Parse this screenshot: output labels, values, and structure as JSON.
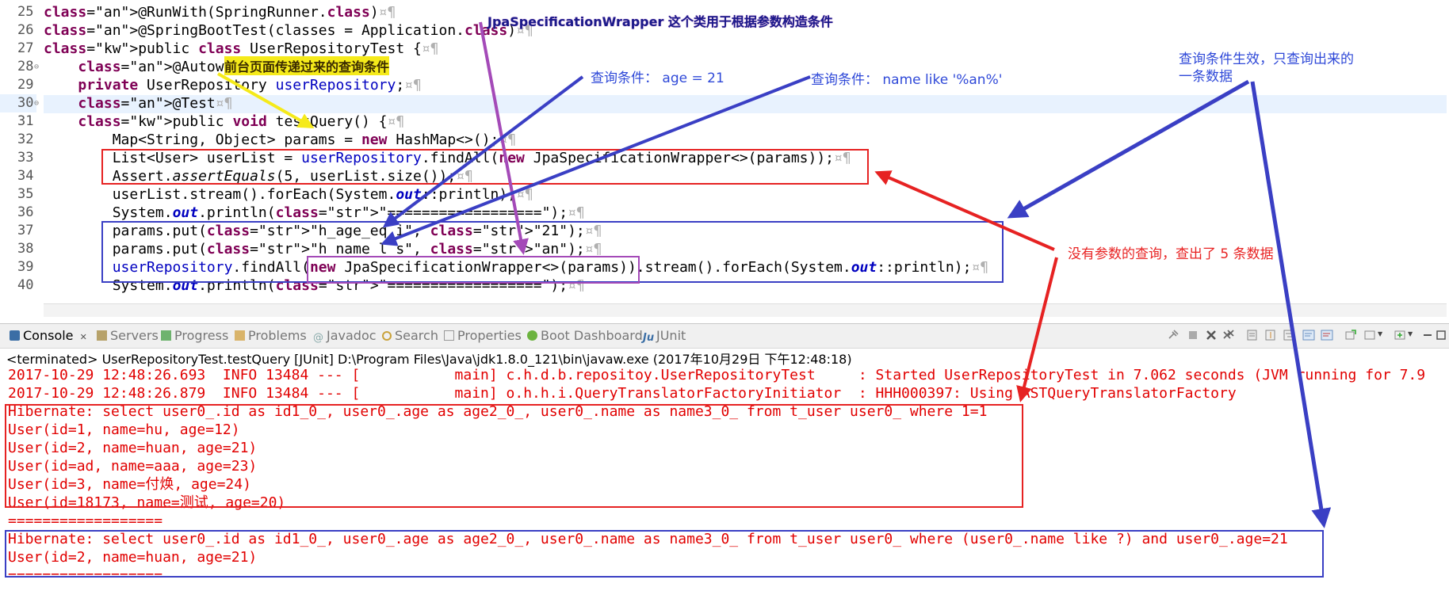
{
  "editor": {
    "lines": [
      {
        "n": "25",
        "code": "@RunWith(SpringRunner.class)¤¶"
      },
      {
        "n": "26",
        "code": "@SpringBootTest(classes = Application.class)¤¶"
      },
      {
        "n": "27",
        "code": "public class UserRepositoryTest {¤¶"
      },
      {
        "n": "28",
        "code": "    @Autowired¤¶"
      },
      {
        "n": "29",
        "code": "    private UserRepository userRepository;¤¶"
      },
      {
        "n": "30",
        "code": "    @Test¤¶"
      },
      {
        "n": "31",
        "code": "    public void testQuery() {¤¶"
      },
      {
        "n": "32",
        "code": "        Map<String, Object> params = new HashMap<>();¤¶"
      },
      {
        "n": "33",
        "code": "        List<User> userList = userRepository.findAll(new JpaSpecificationWrapper<>(params));¤¶"
      },
      {
        "n": "34",
        "code": "        Assert.assertEquals(5, userList.size());¤¶"
      },
      {
        "n": "35",
        "code": "        userList.stream().forEach(System.out::println);¤¶"
      },
      {
        "n": "36",
        "code": "        System.out.println(\"==================\");¤¶"
      },
      {
        "n": "37",
        "code": "        params.put(\"h_age_eq_i\", \"21\");¤¶"
      },
      {
        "n": "38",
        "code": "        params.put(\"h_name_l_s\", \"an\");¤¶"
      },
      {
        "n": "39",
        "code": "        userRepository.findAll(new JpaSpecificationWrapper<>(params)).stream().forEach(System.out::println);¤¶"
      },
      {
        "n": "40",
        "code": "        System.out.println(\"==================\");¤¶"
      }
    ]
  },
  "views": {
    "tabs": [
      "Console",
      "Servers",
      "Progress",
      "Problems",
      "Javadoc",
      "Search",
      "Properties",
      "Boot Dashboard",
      "JUnit"
    ],
    "active_tab": "Console",
    "close_glyph": "✕"
  },
  "console": {
    "terminated_line": "<terminated> UserRepositoryTest.testQuery [JUnit] D:\\Program Files\\Java\\jdk1.8.0_121\\bin\\javaw.exe (2017年10月29日 下午12:48:18)",
    "lines": [
      "2017-10-29 12:48:26.693  INFO 13484 --- [           main] c.h.d.b.repositoy.UserRepositoryTest     : Started UserRepositoryTest in 7.062 seconds (JVM running for 7.9",
      "2017-10-29 12:48:26.879  INFO 13484 --- [           main] o.h.h.i.QueryTranslatorFactoryInitiator  : HHH000397: Using ASTQueryTranslatorFactory",
      "Hibernate: select user0_.id as id1_0_, user0_.age as age2_0_, user0_.name as name3_0_ from t_user user0_ where 1=1",
      "User(id=1, name=hu, age=12)",
      "User(id=2, name=huan, age=21)",
      "User(id=ad, name=aaa, age=23)",
      "User(id=3, name=付焕, age=24)",
      "User(id=18173, name=测试, age=20)",
      "==================",
      "Hibernate: select user0_.id as id1_0_, user0_.age as age2_0_, user0_.name as name3_0_ from t_user user0_ where (user0_.name like ?) and user0_.age=21",
      "User(id=2, name=huan, age=21)",
      "=================="
    ]
  },
  "annotations": {
    "wrapper_note": "JpaSpecificationWrapper 这个类用于根据参数构造条件",
    "frontend_note": "前台页面传递过来的查询条件",
    "age_note": "查询条件： age = 21",
    "name_note": "查询条件： name like '%an%'",
    "effective_note_1": "查询条件生效，只查询出来的",
    "effective_note_2": "一条数据",
    "no_param_note": "没有参数的查询，查出了 5 条数据",
    "colors": {
      "red": "#e62222",
      "blue": "#3a3fc4",
      "purple": "#a44ab8",
      "yellow": "#f5ea1a",
      "note_blue": "#2f49d8",
      "note_red": "#e82323"
    }
  }
}
